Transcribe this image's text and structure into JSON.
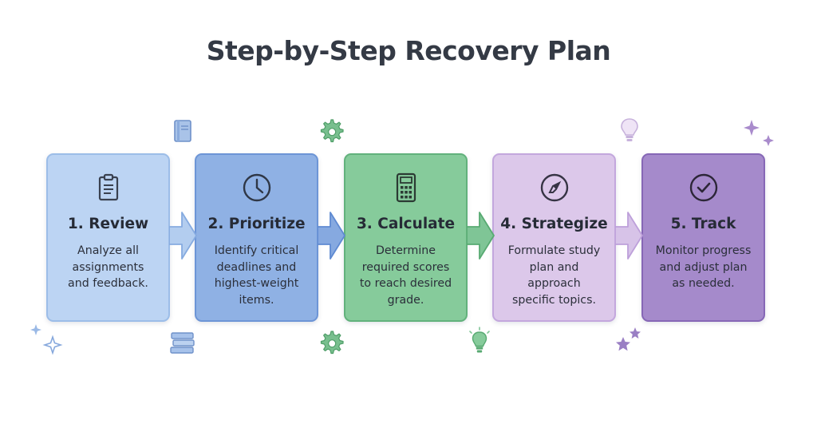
{
  "title": "Step-by-Step Recovery Plan",
  "steps": [
    {
      "title": "1. Review",
      "description": "Analyze all\nassignments\nand feedback.",
      "icon": "clipboard-icon",
      "color": "#bcd4f3"
    },
    {
      "title": "2. Prioritize",
      "description": "Identify critical\ndeadlines and\nhighest-weight\nitems.",
      "icon": "clock-icon",
      "color": "#8fb1e4"
    },
    {
      "title": "3. Calculate",
      "description": "Determine\nrequired scores\nto reach desired\ngrade.",
      "icon": "calculator-icon",
      "color": "#86cb9b"
    },
    {
      "title": "4. Strategize",
      "description": "Formulate study\nplan and\napproach\nspecific topics.",
      "icon": "compass-icon",
      "color": "#dcc8ea"
    },
    {
      "title": "5. Track",
      "description": "Monitor progress\nand adjust plan\nas needed.",
      "icon": "check-circle-icon",
      "color": "#a58acb"
    }
  ],
  "decorations": [
    "book-icon",
    "gear-icon",
    "lightbulb-icon",
    "sparkle-icon",
    "stacked-books-icon",
    "star-icon"
  ]
}
